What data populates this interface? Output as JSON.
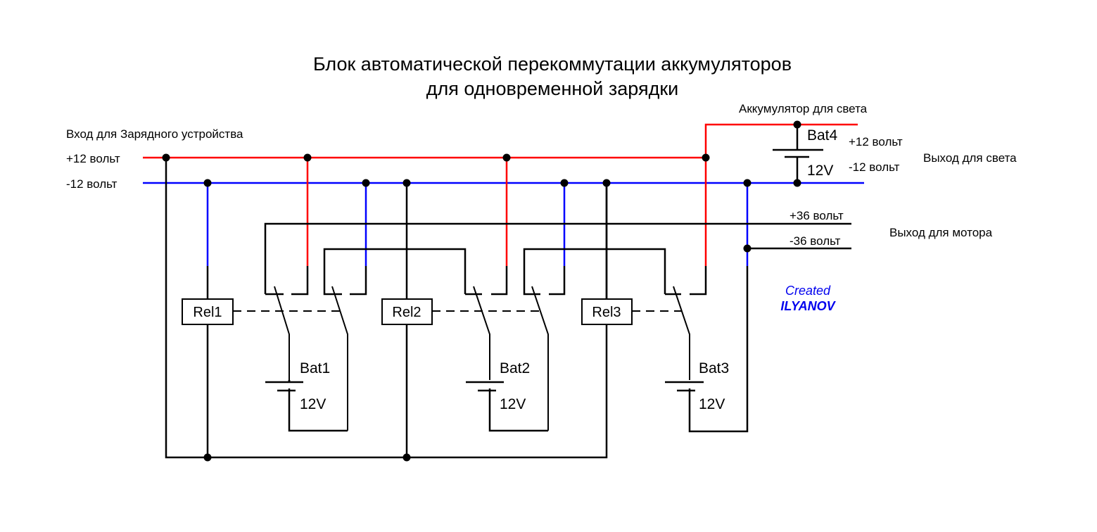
{
  "title": {
    "line1": "Блок автоматической перекоммутации аккумуляторов",
    "line2": "для одновременной зарядки"
  },
  "labels": {
    "charger_input": "Вход для Зарядного устройства",
    "plus12_in": "+12 вольт",
    "minus12_in": "-12 вольт",
    "light_battery": "Аккумулятор для света",
    "plus12_out": "+12 вольт",
    "minus12_out": "-12 вольт",
    "light_output": "Выход для света",
    "plus36": "+36 вольт",
    "minus36": "-36 вольт",
    "motor_output": "Выход для мотора"
  },
  "relays": [
    {
      "label": "Rel1"
    },
    {
      "label": "Rel2"
    },
    {
      "label": "Rel3"
    }
  ],
  "batteries": [
    {
      "label": "Bat1",
      "voltage": "12V"
    },
    {
      "label": "Bat2",
      "voltage": "12V"
    },
    {
      "label": "Bat3",
      "voltage": "12V"
    },
    {
      "label": "Bat4",
      "voltage": "12V"
    }
  ],
  "credit": {
    "line1": "Created",
    "line2": "ILYANOV"
  },
  "colors": {
    "positive_wire": "#ff0000",
    "negative_wire": "#0000ff",
    "wire": "#000000",
    "credit": "#0000ee"
  }
}
